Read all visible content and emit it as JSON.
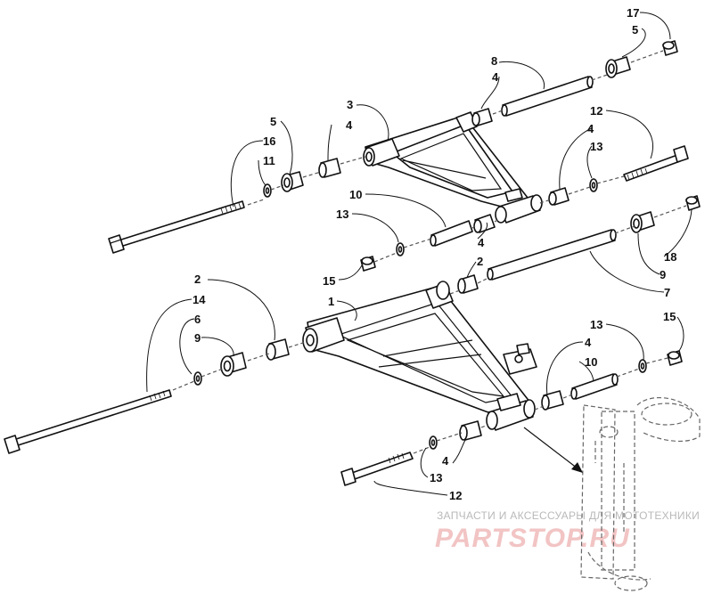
{
  "callouts": {
    "c17": "17",
    "c5a": "5",
    "c8": "8",
    "c4a": "4",
    "c3": "3",
    "c4b": "4",
    "c5b": "5",
    "c16": "16",
    "c11": "11",
    "c12a": "12",
    "c4c": "4",
    "c13a": "13",
    "c10a": "10",
    "c13b": "13",
    "c4d": "4",
    "c15a": "15",
    "c2a": "2",
    "c18": "18",
    "c9a": "9",
    "c7": "7",
    "c2b": "2",
    "c14": "14",
    "c1": "1",
    "c6": "6",
    "c9b": "9",
    "c13c": "13",
    "c15b": "15",
    "c4e": "4",
    "c10b": "10",
    "c4f": "4",
    "c13d": "13",
    "c12b": "12"
  },
  "watermark": {
    "caption": "ЗАПЧАСТИ И АКСЕССУАРЫ ДЛЯ МОТОТЕХНИКИ",
    "logo": "PARTSTOP.RU"
  }
}
